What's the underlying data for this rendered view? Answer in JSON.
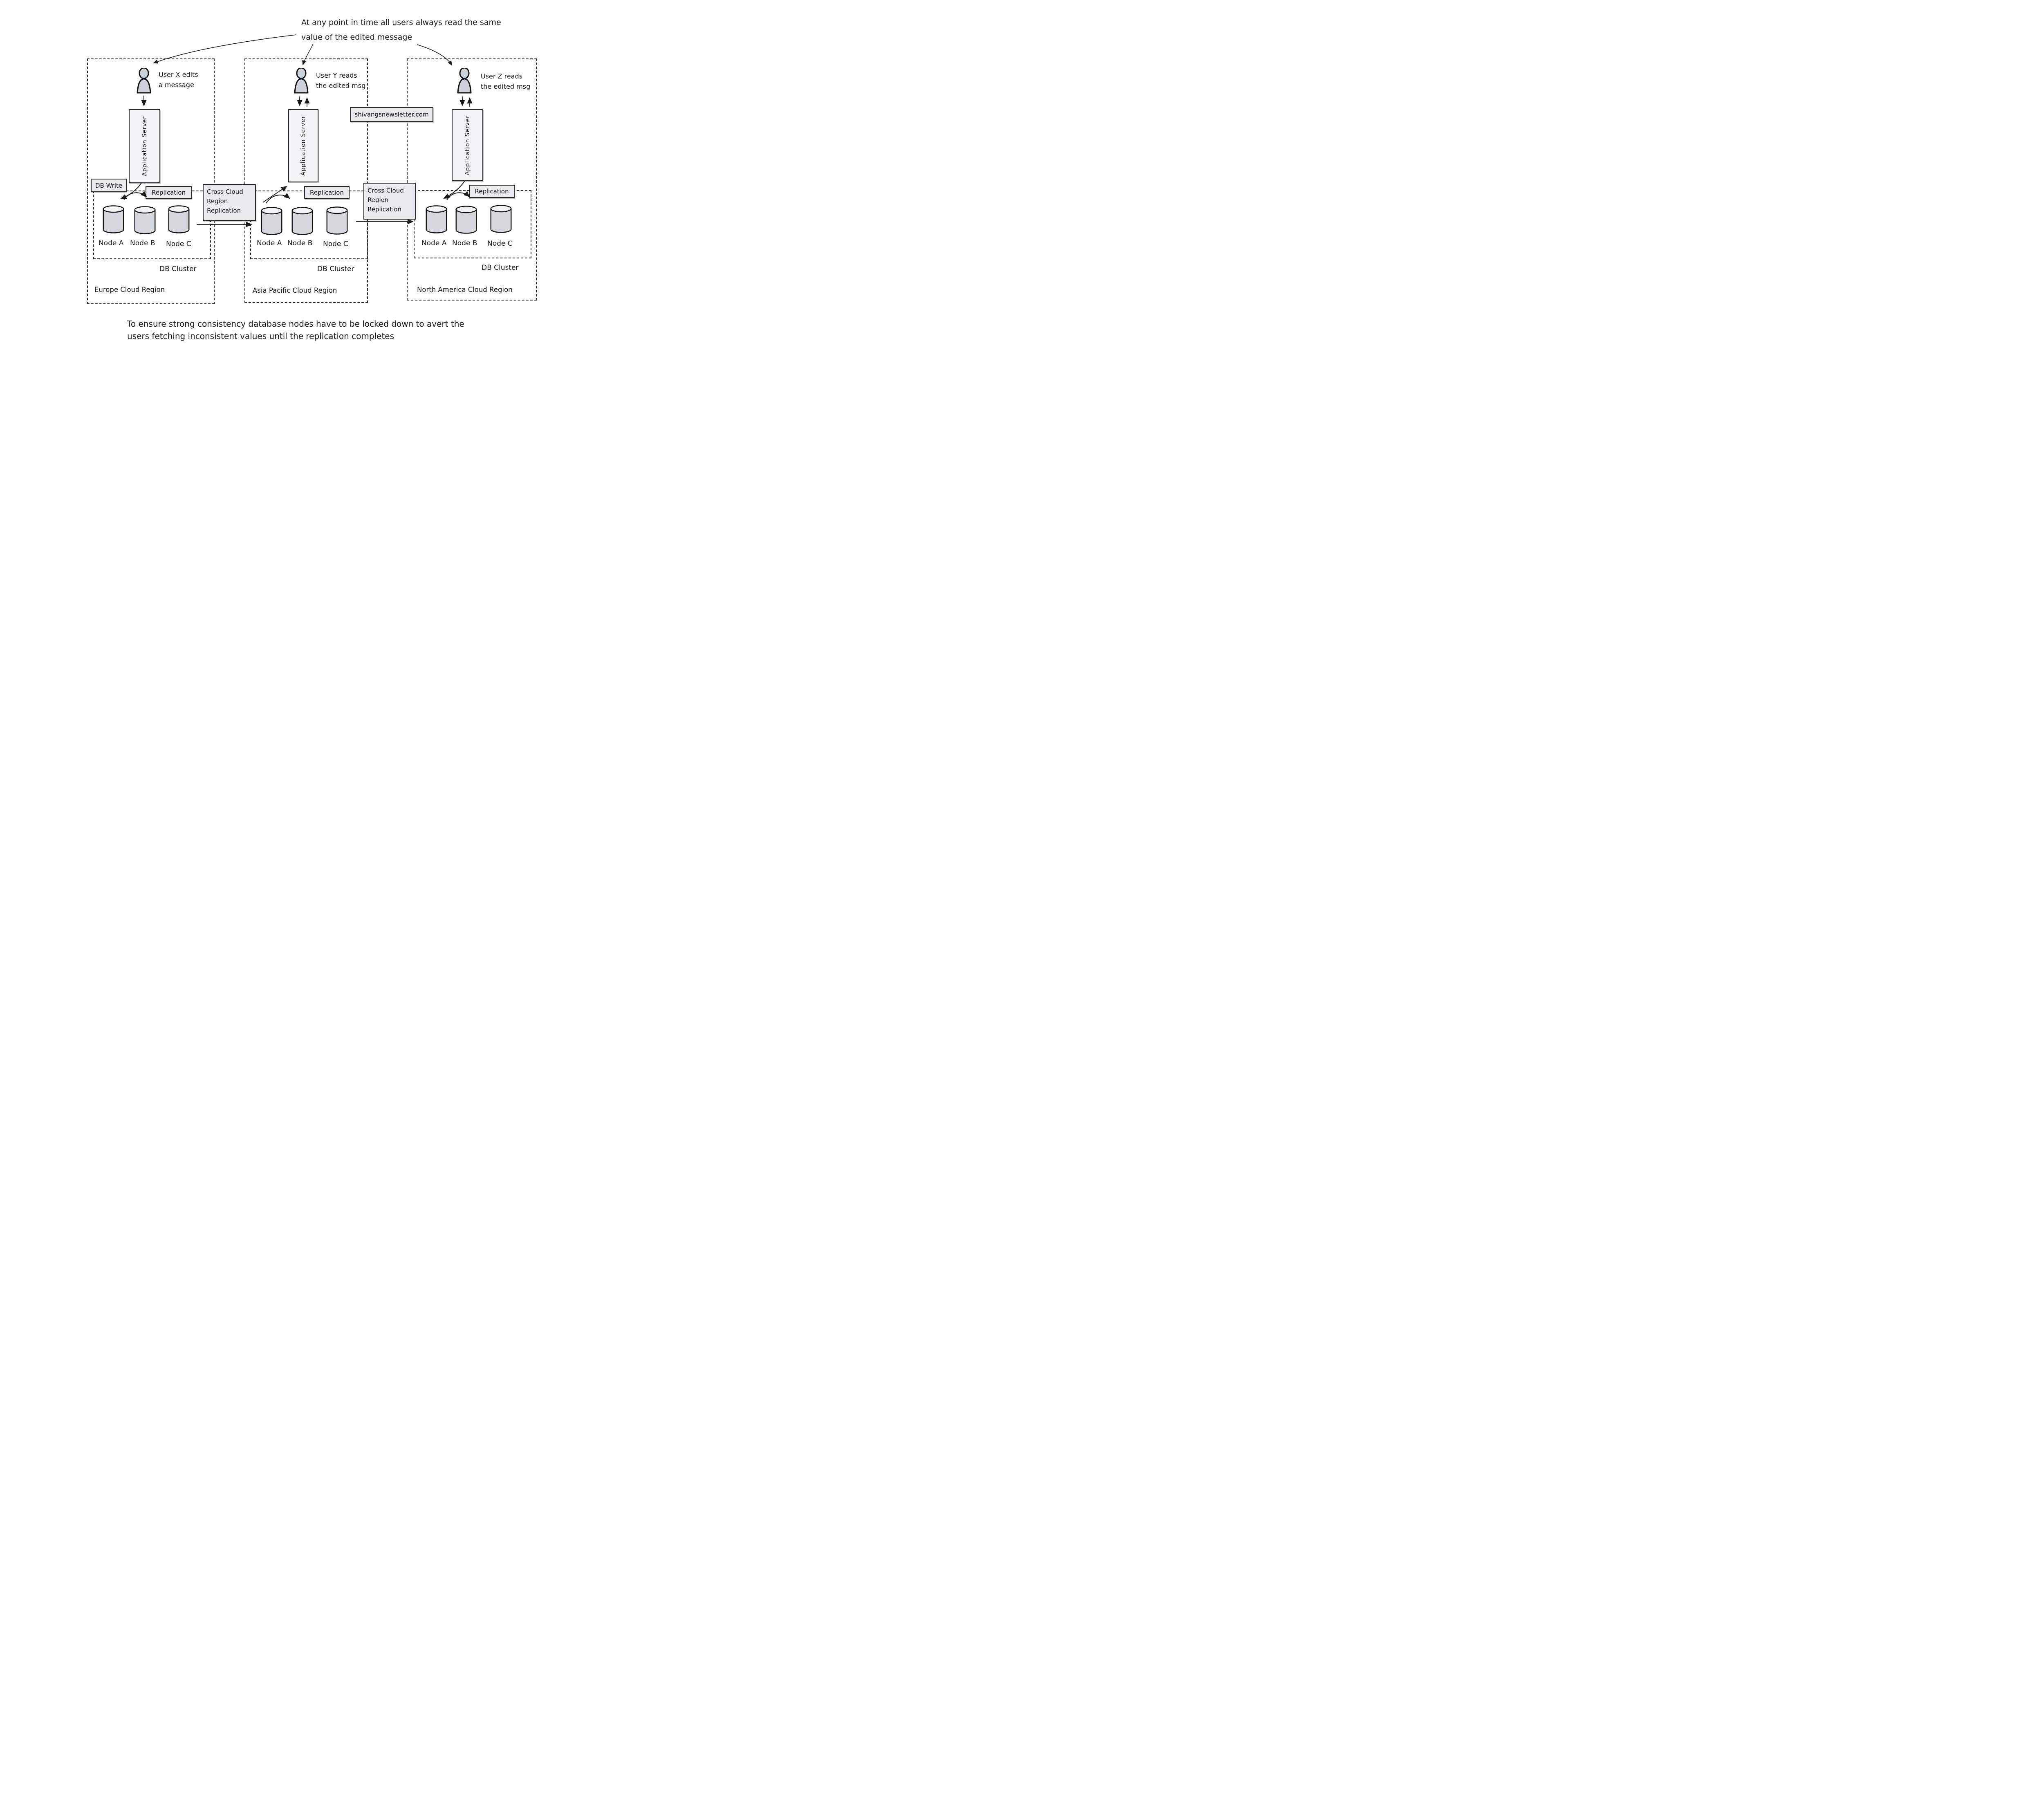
{
  "annotation": {
    "line1": "At any point in time all users always read the same",
    "line2": "value of the edited message"
  },
  "watermark": "shivangsnewsletter.com",
  "caption": {
    "line1": "To ensure strong consistency database nodes have to be locked down to avert the",
    "line2": "users fetching inconsistent values until the replication completes"
  },
  "labels": {
    "db_write": "DB Write",
    "replication": "Replication",
    "app_server": "Application Server",
    "db_cluster": "DB Cluster",
    "cross_cloud": [
      "Cross Cloud",
      "Region",
      "Replication"
    ]
  },
  "regions": [
    {
      "name": "Europe Cloud Region",
      "user": {
        "line1": "User X edits",
        "line2": "a message"
      },
      "nodes": [
        "Node A",
        "Node B",
        "Node C"
      ]
    },
    {
      "name": "Asia Pacific Cloud Region",
      "user": {
        "line1": "User Y reads",
        "line2": "the edited msg"
      },
      "nodes": [
        "Node A",
        "Node B",
        "Node C"
      ]
    },
    {
      "name": "North America Cloud Region",
      "user": {
        "line1": "User Z reads",
        "line2": "the edited msg"
      },
      "nodes": [
        "Node A",
        "Node B",
        "Node C"
      ]
    }
  ],
  "colors": {
    "ink": "#1a1a1a",
    "label_fill": "#e9ebee",
    "server_fill": "#f4f5f7",
    "cylinder_body": "#d4d8dd",
    "cylinder_top": "#f3f4f5",
    "person_fill": "#cdd2da"
  }
}
